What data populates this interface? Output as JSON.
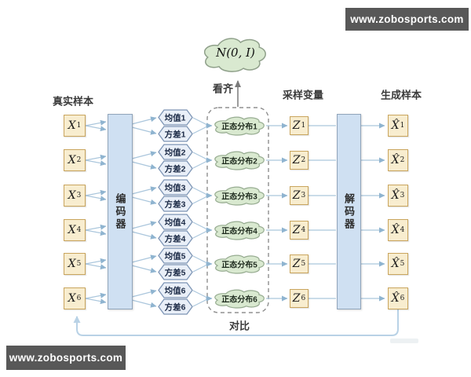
{
  "watermark": {
    "text": "www.zobosports.com"
  },
  "labels": {
    "real_samples": "真实样本",
    "align": "看齐",
    "sampling_variables": "采样变量",
    "generated_samples": "生成样本",
    "compare": "对比",
    "prior": "N(0, I)",
    "encoder": "编码器",
    "decoder": "解码器"
  },
  "rows": [
    {
      "x": "X",
      "x_sub": "1",
      "mean": "均值1",
      "variance": "方差1",
      "distribution": "正态分布1",
      "z": "Z",
      "z_sub": "1",
      "x_hat": "X̂",
      "x_hat_sub": "1"
    },
    {
      "x": "X",
      "x_sub": "2",
      "mean": "均值2",
      "variance": "方差2",
      "distribution": "正态分布2",
      "z": "Z",
      "z_sub": "2",
      "x_hat": "X̂",
      "x_hat_sub": "2"
    },
    {
      "x": "X",
      "x_sub": "3",
      "mean": "均值3",
      "variance": "方差3",
      "distribution": "正态分布3",
      "z": "Z",
      "z_sub": "3",
      "x_hat": "X̂",
      "x_hat_sub": "3"
    },
    {
      "x": "X",
      "x_sub": "4",
      "mean": "均值4",
      "variance": "方差4",
      "distribution": "正态分布4",
      "z": "Z",
      "z_sub": "4",
      "x_hat": "X̂",
      "x_hat_sub": "4"
    },
    {
      "x": "X",
      "x_sub": "5",
      "mean": "均值5",
      "variance": "方差5",
      "distribution": "正态分布5",
      "z": "Z",
      "z_sub": "5",
      "x_hat": "X̂",
      "x_hat_sub": "5"
    },
    {
      "x": "X",
      "x_sub": "6",
      "mean": "均值6",
      "variance": "方差6",
      "distribution": "正态分布6",
      "z": "Z",
      "z_sub": "6",
      "x_hat": "X̂",
      "x_hat_sub": "6"
    }
  ],
  "colors": {
    "background": "#ffffff",
    "box_fill": "#f8edcf",
    "box_border": "#c9a55e",
    "panel_fill": "#cfe0f2",
    "panel_border": "#90a4ba",
    "hex_fill": "#e9eff8",
    "hex_border": "#7d95b5",
    "cloud_fill": "#d9e9d0",
    "cloud_border": "#96ab90",
    "line": "#aac6dc",
    "arrow": "#8fb4d0",
    "dash": "#8f8f8f",
    "dark_line": "#7b7b7b",
    "dark_arrow": "#7b7b7b",
    "compare": "#b9d2e6",
    "watermark_bg": "#585858",
    "watermark_text": "#ffffff"
  }
}
